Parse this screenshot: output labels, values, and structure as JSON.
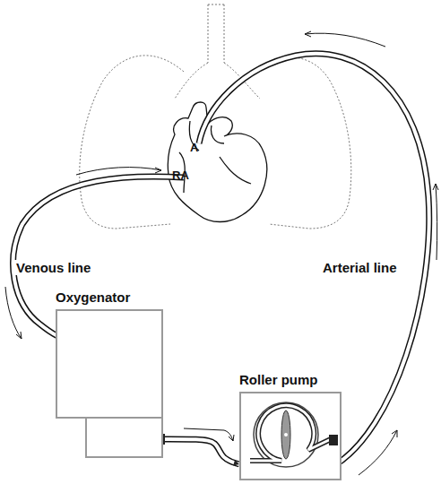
{
  "diagram": {
    "nodes": [
      {
        "text": [
          "Oxygenator"
        ]
      },
      {
        "text": [
          "Roller pump"
        ]
      }
    ],
    "edges": [
      {
        "from": 0,
        "to": 1,
        "arrow": "to"
      }
    ],
    "labels": [
      "A",
      "RA",
      "Venous line",
      "Arterial line"
    ]
  }
}
